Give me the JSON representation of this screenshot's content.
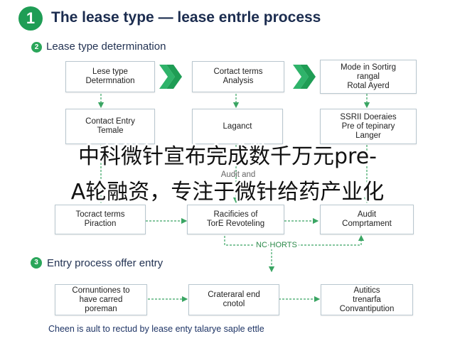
{
  "header": {
    "step_badge": "1",
    "title": "The lease type — lease entrle process"
  },
  "section_a": {
    "badge": "2",
    "title": "Lease type determination",
    "row1": [
      "Lese type\nDetermnation",
      "Cortact terms\nAnalysis",
      "Mode in Sortirg\nrangal\nRotal Ayerd"
    ],
    "row2": [
      "Contact Entry\nTemale",
      "Laganct",
      "SSRII Doeraies\nPre of tepinary\nLanger"
    ],
    "partial_text": "Audit and",
    "row3": [
      "Tocract terms\nPiraction",
      "Racificies of\nTorE Revoteling",
      "Audit\nComprtament"
    ],
    "nc_label": "NC·HORTS"
  },
  "section_b": {
    "badge": "3",
    "title": "Entry process offer entry",
    "row": [
      "Cornuntiones to\nhave carred\nporeman",
      "Crateraral end\ncnotol",
      "Autitics\ntrenarfa\nConvantipution"
    ]
  },
  "footer": {
    "text": "Cheen is ault to rectud by lease enty talarye saple ettle"
  },
  "overlay": {
    "text": "中科微针宣布完成数千万元pre-\nA轮融资，专注于微针给药产业化"
  },
  "colors": {
    "accent_green": "#1f9d55",
    "box_border": "#b9c7cf",
    "title_navy": "#1b2c4f"
  }
}
